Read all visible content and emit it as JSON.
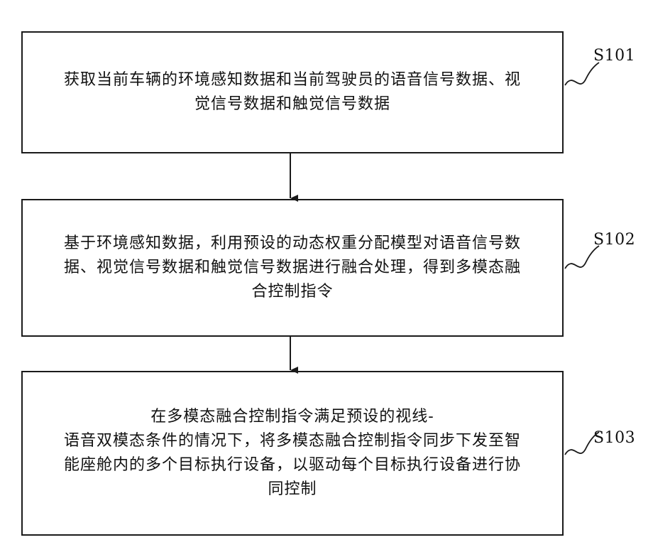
{
  "steps": [
    {
      "id": "S101",
      "lines": [
        "获取当前车辆的环境感知数据和当前驾驶员的语音信号数据、视",
        "觉信号数据和触觉信号数据"
      ]
    },
    {
      "id": "S102",
      "lines": [
        "基于环境感知数据，利用预设的动态权重分配模型对语音信号数",
        "据、视觉信号数据和触觉信号数据进行融合处理，得到多模态融",
        "合控制指令"
      ]
    },
    {
      "id": "S103",
      "lines": [
        "在多模态融合控制指令满足预设的视线-",
        "语音双模态条件的情况下，将多模态融合控制指令同步下发至智",
        "能座舱内的多个目标执行设备，以驱动每个目标执行设备进行协",
        "同控制"
      ]
    }
  ]
}
